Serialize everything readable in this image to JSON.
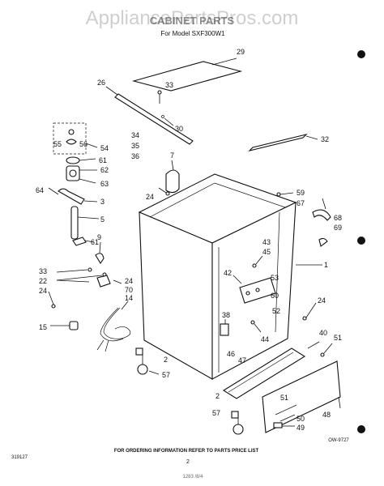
{
  "watermark": "AppliancePartsPros.com",
  "header": {
    "title": "CABINET PARTS",
    "subtitle": "For Model SXF300W1"
  },
  "footer": {
    "note": "FOR ORDERING INFORMATION REFER TO PARTS PRICE LIST",
    "left_code": "319127",
    "page_number": "2",
    "right_code": "OW-9727",
    "bottom_scribble": "1283 /8/4"
  },
  "parts": [
    "1",
    "2",
    "2",
    "3",
    "5",
    "7",
    "9",
    "14",
    "15",
    "22",
    "24",
    "24",
    "24",
    "24",
    "26",
    "29",
    "30",
    "32",
    "33",
    "33",
    "34",
    "35",
    "36",
    "38",
    "40",
    "42",
    "43",
    "44",
    "45",
    "46",
    "47",
    "48",
    "49",
    "50",
    "51",
    "51",
    "52",
    "53",
    "54",
    "55",
    "56",
    "57",
    "57",
    "59",
    "60",
    "61",
    "61",
    "62",
    "63",
    "64",
    "67",
    "68",
    "69",
    "70"
  ]
}
